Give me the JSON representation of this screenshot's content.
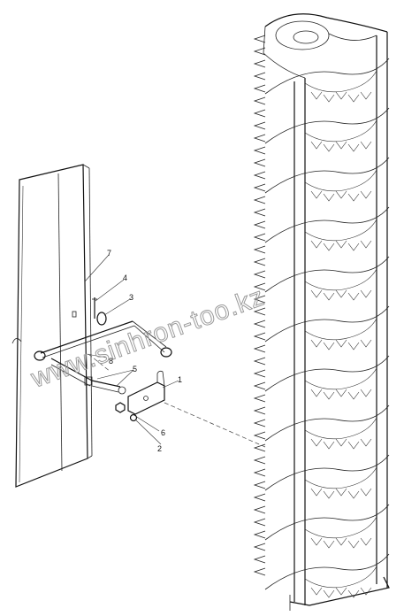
{
  "callouts": [
    {
      "id": "c1",
      "text": "1"
    },
    {
      "id": "c2",
      "text": "2"
    },
    {
      "id": "c3",
      "text": "3"
    },
    {
      "id": "c4",
      "text": "4"
    },
    {
      "id": "c5",
      "text": "5"
    },
    {
      "id": "c6",
      "text": "6"
    },
    {
      "id": "c7",
      "text": "7"
    },
    {
      "id": "c8",
      "text": "8"
    }
  ],
  "watermark": "www.sinhron-too.kz",
  "colors": {
    "line": "#222222",
    "watermark": "#9a9a9a",
    "background": "#ffffff"
  }
}
